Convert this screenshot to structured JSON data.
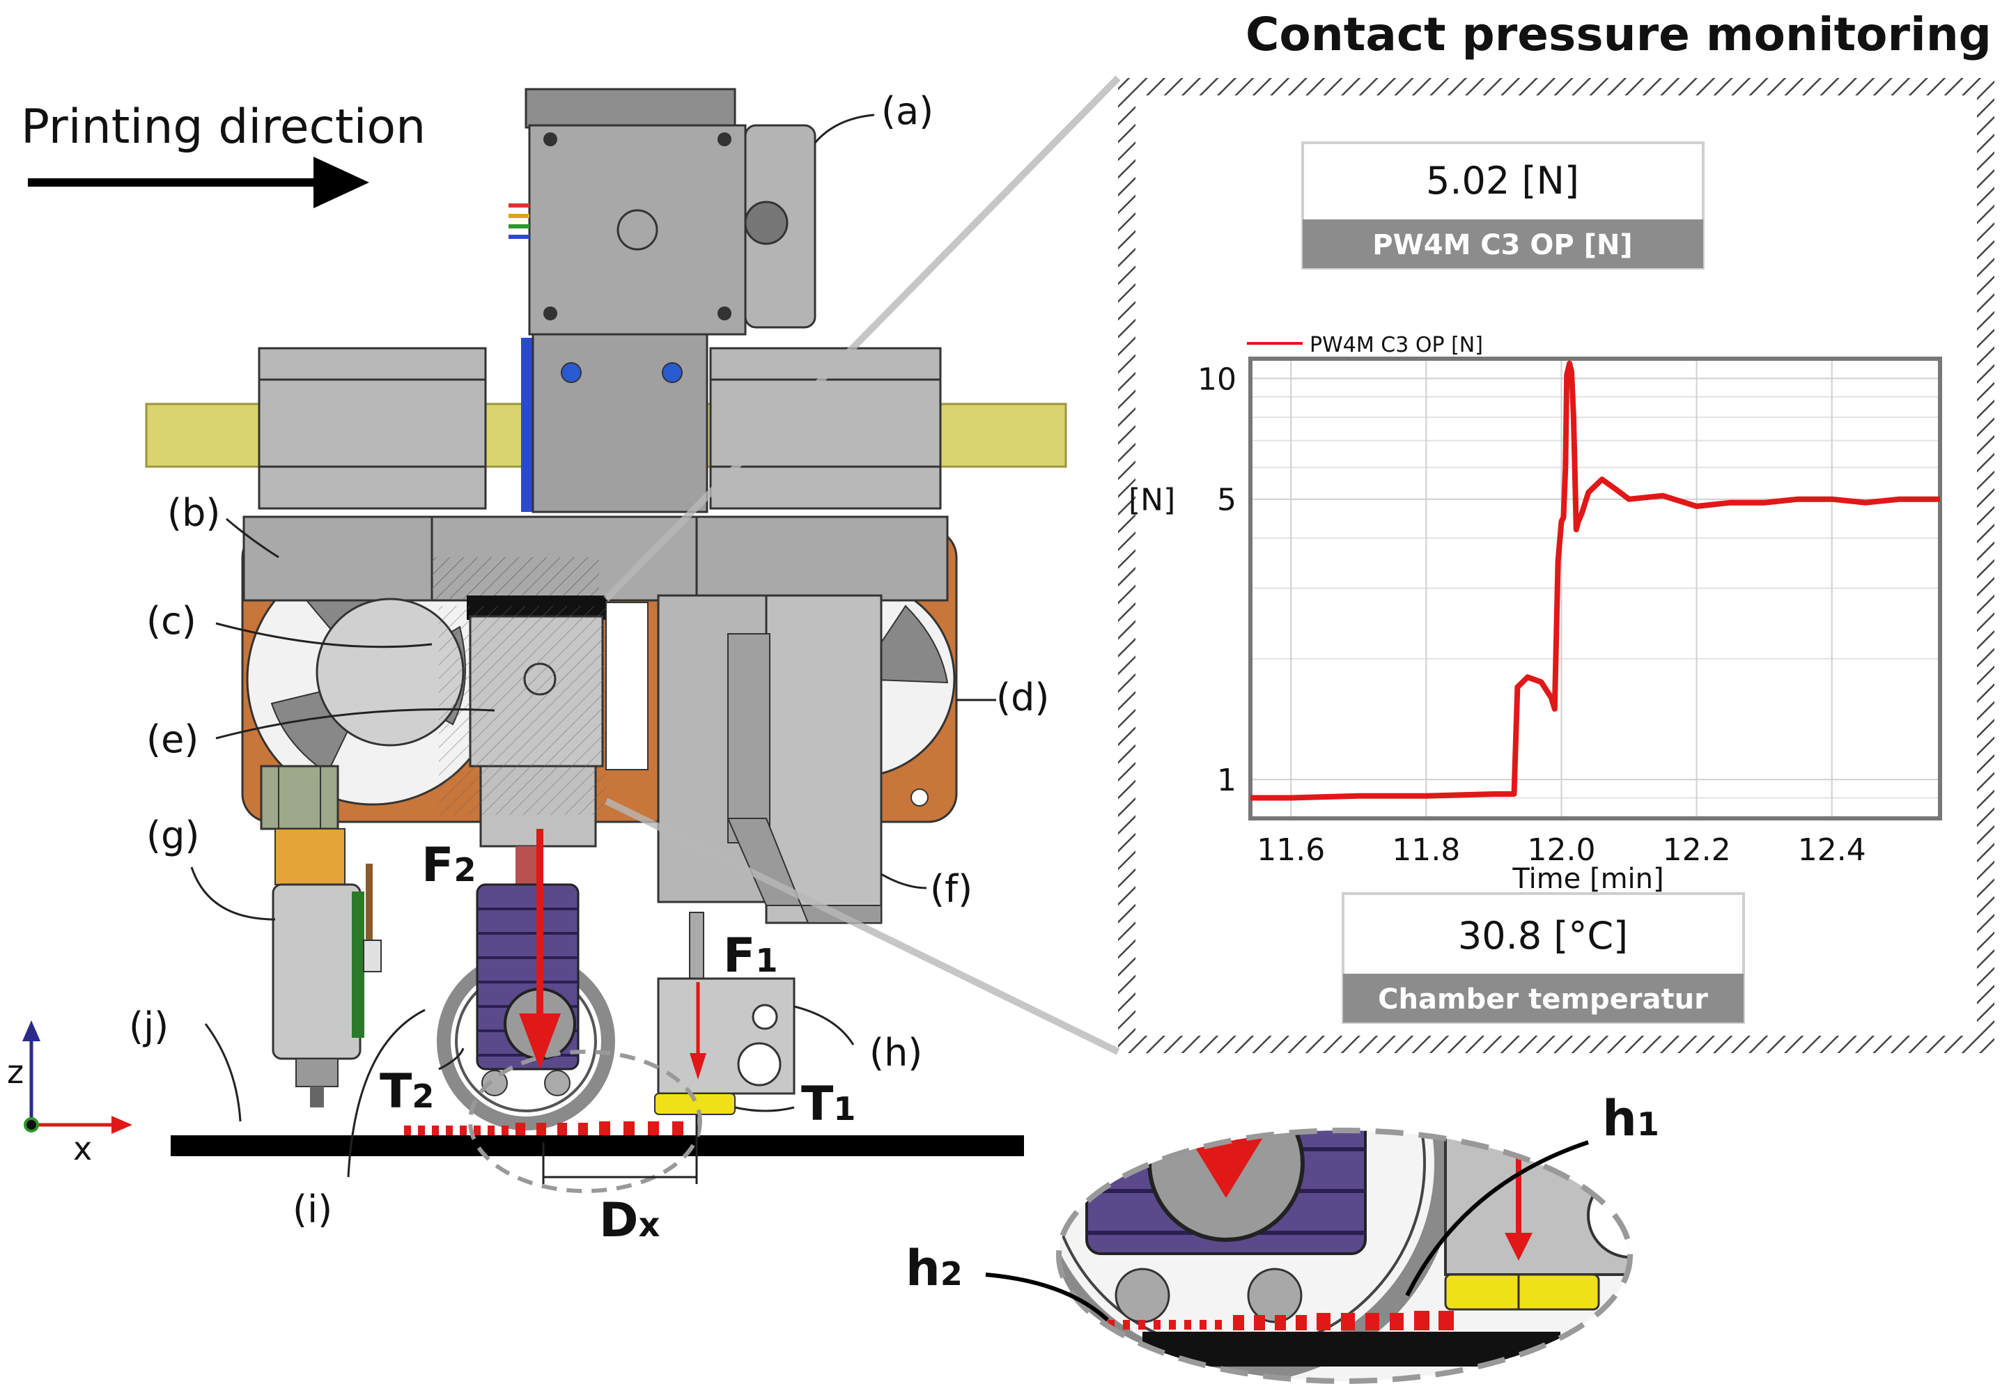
{
  "figure": {
    "printing_direction": "Printing direction",
    "labels": {
      "a": "(a)",
      "b": "(b)",
      "c": "(c)",
      "d": "(d)",
      "e": "(e)",
      "f": "(f)",
      "g": "(g)",
      "h": "(h)",
      "i": "(i)",
      "j": "(j)"
    },
    "forces": {
      "f1_main": "F",
      "f1_sub": "1",
      "f2_main": "F",
      "f2_sub": "2"
    },
    "temps": {
      "t1_main": "T",
      "t1_sub": "1",
      "t2_main": "T",
      "t2_sub": "2"
    },
    "dx_main": "D",
    "dx_sub": "x",
    "heights": {
      "h1_main": "h",
      "h1_sub": "1",
      "h2_main": "h",
      "h2_sub": "2"
    },
    "axes": {
      "z": "z",
      "x": "x"
    }
  },
  "monitor": {
    "title": "Contact pressure monitoring",
    "force_value": "5.02 [N]",
    "force_label": "PW4M C3 OP [N]",
    "temp_value": "30.8 [°C]",
    "temp_label": "Chamber temperatur"
  },
  "colors": {
    "force_arrow": "#e01818",
    "roller": "#5a4a8c",
    "fan_frame": "#c8763a",
    "filament": "#d9d470",
    "sensor": "#f0e018",
    "hatch": "#555555"
  },
  "chart_data": {
    "type": "line",
    "title": "",
    "xlabel": "Time [min]",
    "ylabel": "[N]",
    "xlim": [
      11.54,
      12.56
    ],
    "ylim": [
      0.8,
      11.2
    ],
    "yscale": "log",
    "x_ticks": [
      11.6,
      11.8,
      12.0,
      12.2,
      12.4
    ],
    "x_tick_labels": [
      "11.6",
      "11.8",
      "12.0",
      "12.2",
      "12.4"
    ],
    "y_ticks": [
      1,
      5,
      10
    ],
    "y_tick_labels": [
      "1",
      "5",
      "10"
    ],
    "grid": true,
    "legend": "top-left",
    "series": [
      {
        "name": "PW4M C3 OP [N]",
        "color": "#e01818",
        "x": [
          11.54,
          11.6,
          11.7,
          11.8,
          11.9,
          11.93,
          11.935,
          11.95,
          11.97,
          11.985,
          11.99,
          11.995,
          12.0,
          12.003,
          12.006,
          12.008,
          12.012,
          12.015,
          12.018,
          12.022,
          12.025,
          12.03,
          12.04,
          12.06,
          12.08,
          12.1,
          12.15,
          12.2,
          12.25,
          12.3,
          12.35,
          12.4,
          12.45,
          12.5,
          12.56
        ],
        "y": [
          0.9,
          0.9,
          0.91,
          0.91,
          0.92,
          0.92,
          1.7,
          1.8,
          1.75,
          1.6,
          1.5,
          3.5,
          4.4,
          4.5,
          6.0,
          10.2,
          10.9,
          10.4,
          8.0,
          4.2,
          4.4,
          4.6,
          5.2,
          5.6,
          5.3,
          5.0,
          5.1,
          4.8,
          4.9,
          4.9,
          5.0,
          5.0,
          4.9,
          5.0,
          5.0
        ]
      }
    ]
  }
}
